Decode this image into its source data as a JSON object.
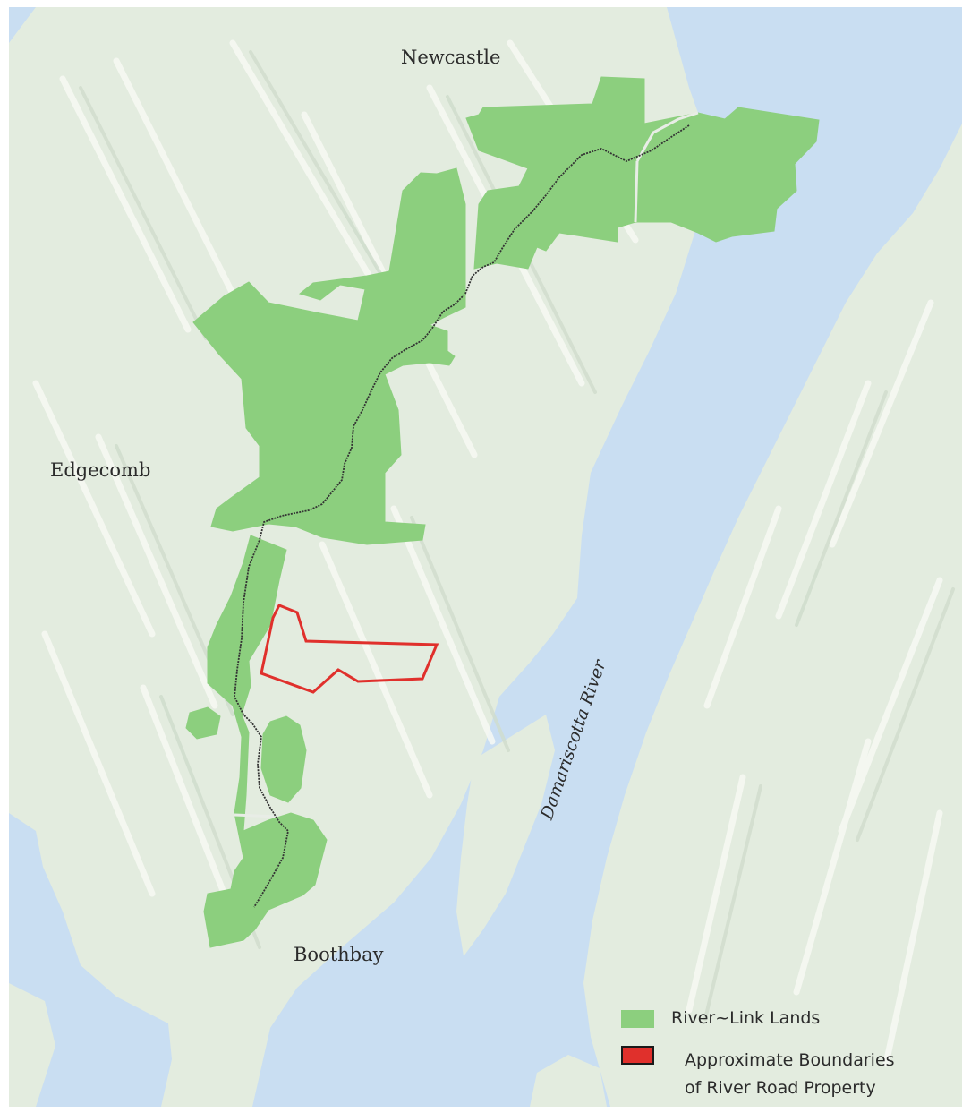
{
  "colors": {
    "water": "#c9def2",
    "land": "#e3ecdf",
    "ridge": "#f7f9f4",
    "land_green": "#dfe8cf",
    "conservation": "#8ccf7e",
    "boundary": "#e0302c",
    "trail": "#333333",
    "text": "#2b2b2b"
  },
  "places": {
    "newcastle": "Newcastle",
    "edgecomb": "Edgecomb",
    "boothbay": "Boothbay",
    "river": "Damariscotta River"
  },
  "legend": {
    "lands_label": "River~Link Lands",
    "boundary_label_line1": "Approximate Boundaries",
    "boundary_label_line2": "of River Road Property"
  }
}
